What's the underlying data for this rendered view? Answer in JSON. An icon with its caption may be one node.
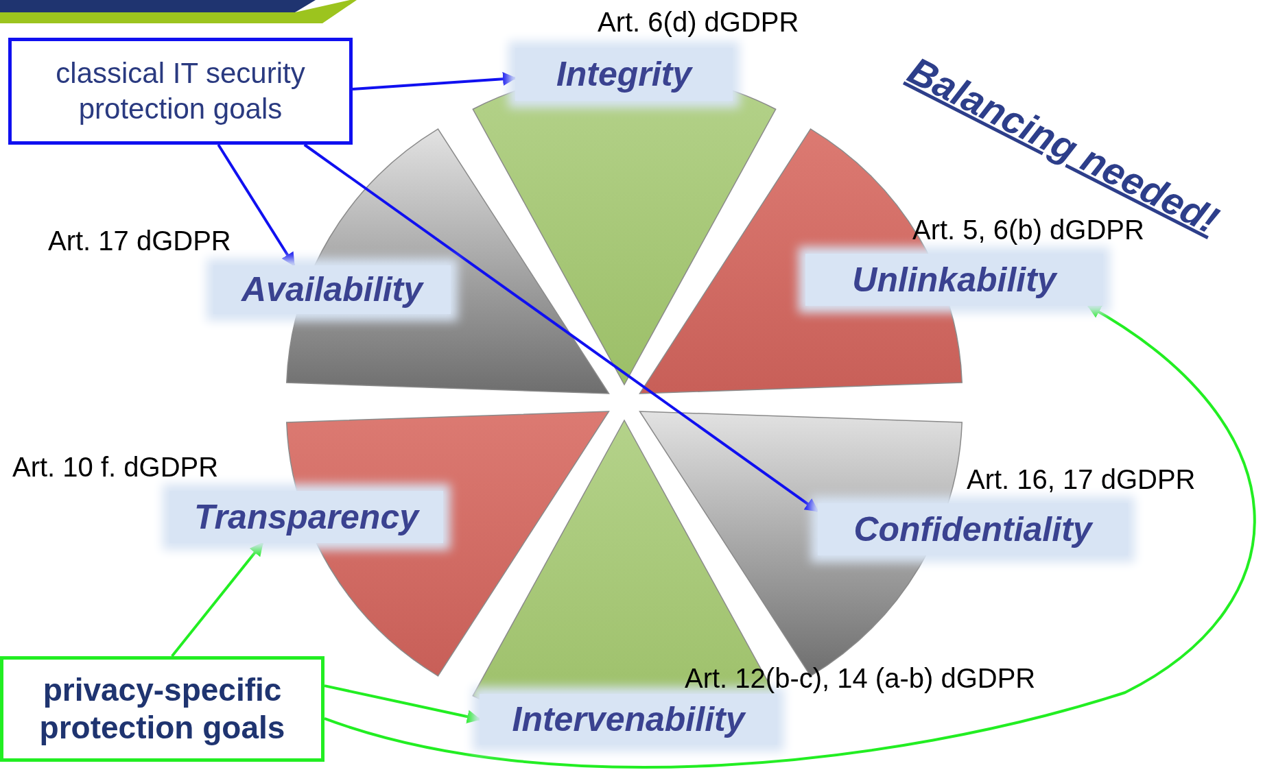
{
  "diagram": {
    "nodes": [
      {
        "text": [
          "classical IT security protection goals"
        ]
      },
      {
        "text": [
          "Integrity"
        ],
        "beside": [
          "Art. 6(d) dGDPR"
        ]
      },
      {
        "text": [
          "Availability"
        ],
        "beside": [
          "Art. 17 dGDPR"
        ]
      },
      {
        "text": [
          "Unlinkability"
        ],
        "beside": [
          "Art. 5, 6(b) dGDPR"
        ]
      },
      {
        "text": [
          "Transparency"
        ],
        "beside": [
          "Art. 10 f. dGDPR"
        ]
      },
      {
        "text": [
          "Confidentiality"
        ],
        "beside": [
          "Art. 16, 17 dGDPR"
        ]
      },
      {
        "text": [
          "Intervenability"
        ],
        "beside": [
          "Art. 12(b-c), 14 (a-b) dGDPR"
        ]
      },
      {
        "text": [
          "privacy-specific protection goals"
        ]
      }
    ],
    "edges": [
      {
        "from": 0,
        "to": 1,
        "arrow": "to",
        "color": "#1010f0"
      },
      {
        "from": 0,
        "to": 2,
        "arrow": "to",
        "color": "#1010f0"
      },
      {
        "from": 0,
        "to": 5,
        "arrow": "to",
        "color": "#1010f0"
      },
      {
        "from": 7,
        "to": 4,
        "arrow": "to",
        "color": "#22ee22"
      },
      {
        "from": 7,
        "to": 6,
        "arrow": "to",
        "color": "#22ee22"
      },
      {
        "from": 7,
        "to": 3,
        "arrow": "to",
        "color": "#22ee22"
      }
    ],
    "labels": [
      "Balancing needed!"
    ]
  }
}
